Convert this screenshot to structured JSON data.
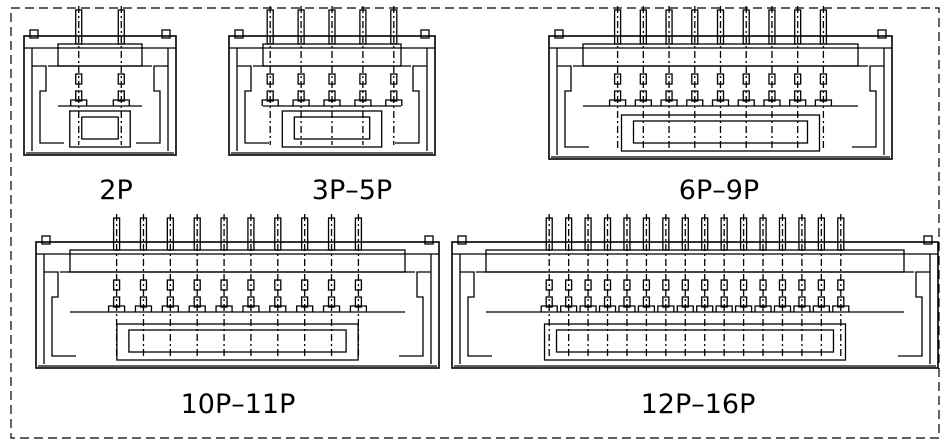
{
  "drawing": {
    "line_color": "#000000",
    "background": "#ffffff",
    "frame_style": "dashed"
  },
  "connectors": [
    {
      "label": "2P",
      "pins": 2
    },
    {
      "label": "3P–5P",
      "pins": 5
    },
    {
      "label": "6P–9P",
      "pins": 9
    },
    {
      "label": "10P–11P",
      "pins": 10
    },
    {
      "label": "12P–16P",
      "pins": 16
    }
  ]
}
